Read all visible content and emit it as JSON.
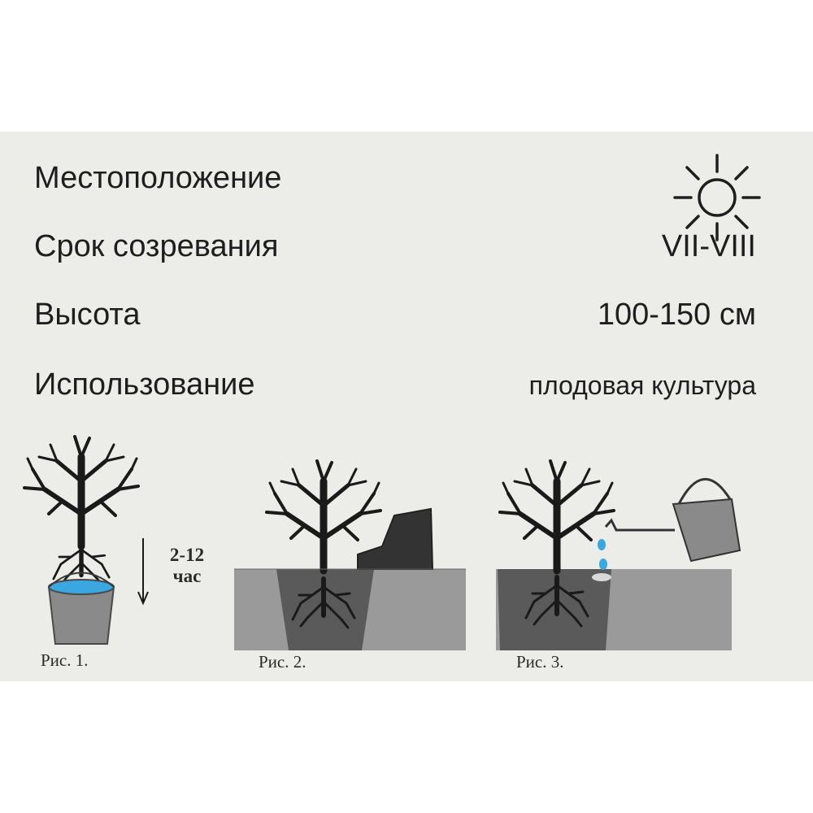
{
  "info": {
    "rows": [
      {
        "label": "Местоположение",
        "icon": "sun-icon"
      },
      {
        "label": "Срок созревания",
        "value": "VII-VIII"
      },
      {
        "label": "Высота",
        "value": "100-150 см"
      },
      {
        "label": "Использование",
        "value": "плодовая культура"
      }
    ]
  },
  "figures": {
    "fig1": {
      "caption": "Рис. 1.",
      "duration": "2-12",
      "duration_unit": "час"
    },
    "fig2": {
      "caption": "Рис. 2."
    },
    "fig3": {
      "caption": "Рис. 3."
    }
  },
  "colors": {
    "background": "#ecece8",
    "text": "#1e1e1e",
    "soil": "#9a9a9a",
    "pit": "#5a5a5a",
    "water": "#3aa7e0"
  }
}
